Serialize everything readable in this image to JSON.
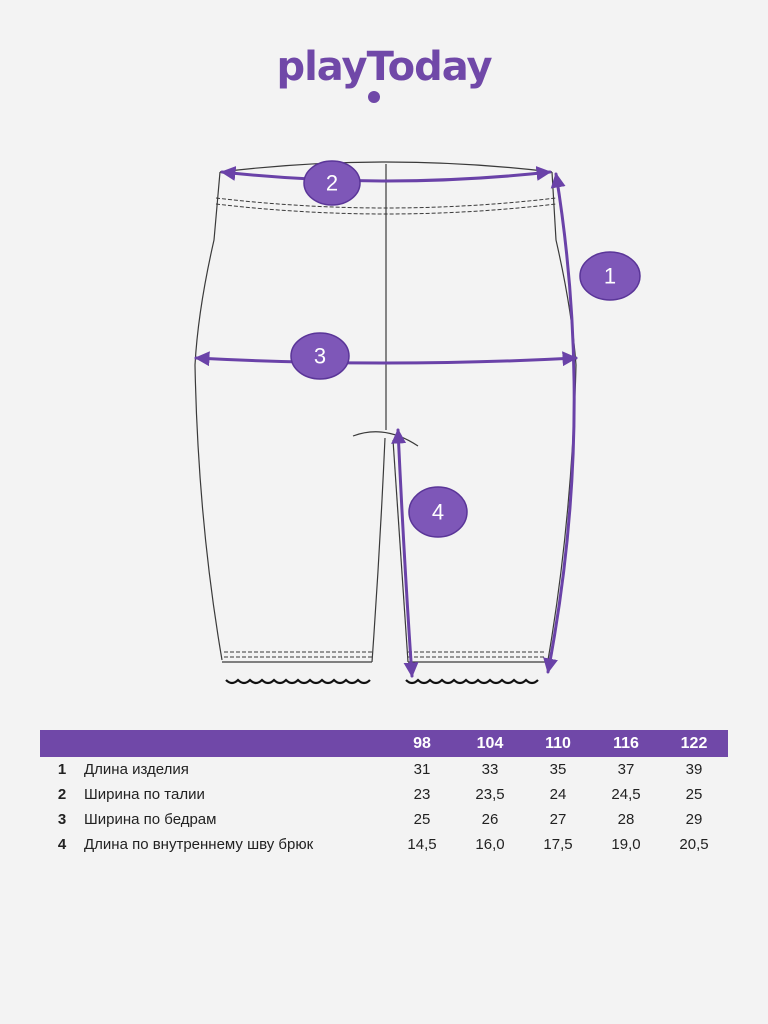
{
  "brand": {
    "logo_text": "playToday",
    "accent": "#7048a8"
  },
  "badges": {
    "b1": "1",
    "b2": "2",
    "b3": "3",
    "b4": "4"
  },
  "table": {
    "sizes": [
      "98",
      "104",
      "110",
      "116",
      "122"
    ],
    "rows": [
      {
        "num": "1",
        "label": "Длина изделия",
        "values": [
          "31",
          "33",
          "35",
          "37",
          "39"
        ]
      },
      {
        "num": "2",
        "label": "Ширина по талии",
        "values": [
          "23",
          "23,5",
          "24",
          "24,5",
          "25"
        ]
      },
      {
        "num": "3",
        "label": "Ширина по бедрам",
        "values": [
          "25",
          "26",
          "27",
          "28",
          "29"
        ]
      },
      {
        "num": "4",
        "label": "Длина по внутреннему шву брюк",
        "values": [
          "14,5",
          "16,0",
          "17,5",
          "19,0",
          "20,5"
        ]
      }
    ]
  }
}
